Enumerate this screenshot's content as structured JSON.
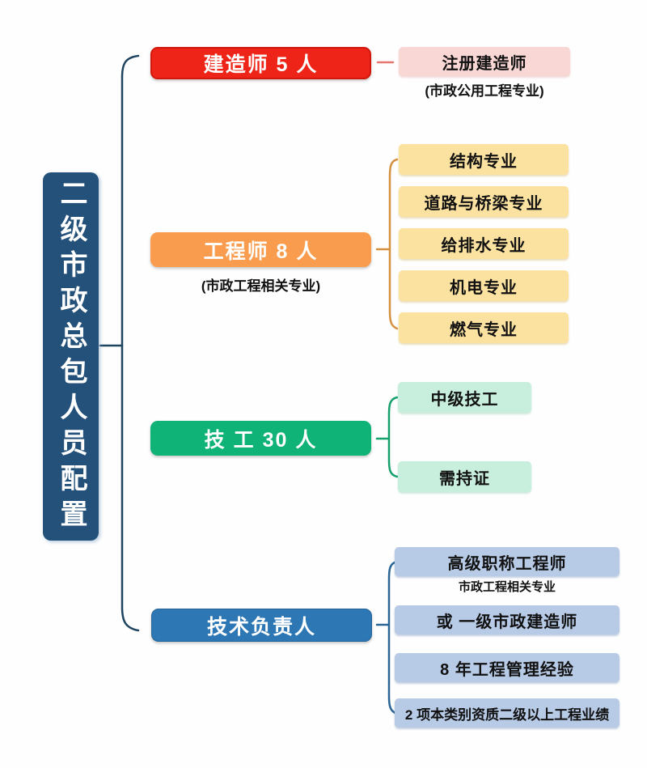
{
  "root": {
    "label": "二级市政总包人员配置"
  },
  "branches": [
    {
      "label": "建造师  5 人",
      "note": "(市政公用工程专业)",
      "children": [
        {
          "label": "注册建造师"
        }
      ]
    },
    {
      "label": "工程师  8 人",
      "note": "(市政工程相关专业)",
      "children": [
        {
          "label": "结构专业"
        },
        {
          "label": "道路与桥梁专业"
        },
        {
          "label": "给排水专业"
        },
        {
          "label": "机电专业"
        },
        {
          "label": "燃气专业"
        }
      ]
    },
    {
      "label": "技 工  30 人",
      "children": [
        {
          "label": "中级技工"
        },
        {
          "label": "需持证"
        }
      ]
    },
    {
      "label": "技术负责人",
      "children": [
        {
          "label": "高级职称工程师",
          "note": "市政工程相关专业"
        },
        {
          "label": "或  一级市政建造师"
        },
        {
          "label": "8 年工程管理经验"
        },
        {
          "label": "2 项本类别资质二级以上工程业绩"
        }
      ]
    }
  ],
  "palette": {
    "root_bg": "#24517a",
    "constructor_bg": "#ee2418",
    "constructor_leaf_bg": "#f8d7d5",
    "engineer_bg": "#f99c4d",
    "engineer_leaf_bg": "#fbe2a0",
    "technician_bg": "#10b377",
    "technician_leaf_bg": "#c8eedd",
    "director_bg": "#2e77b5",
    "director_leaf_bg": "#b7cae6",
    "brace_navy": "#1f4460",
    "brace_red": "#e5766d",
    "brace_orange": "#d3913f",
    "brace_green": "#16a06c",
    "brace_blue": "#2a6596"
  }
}
